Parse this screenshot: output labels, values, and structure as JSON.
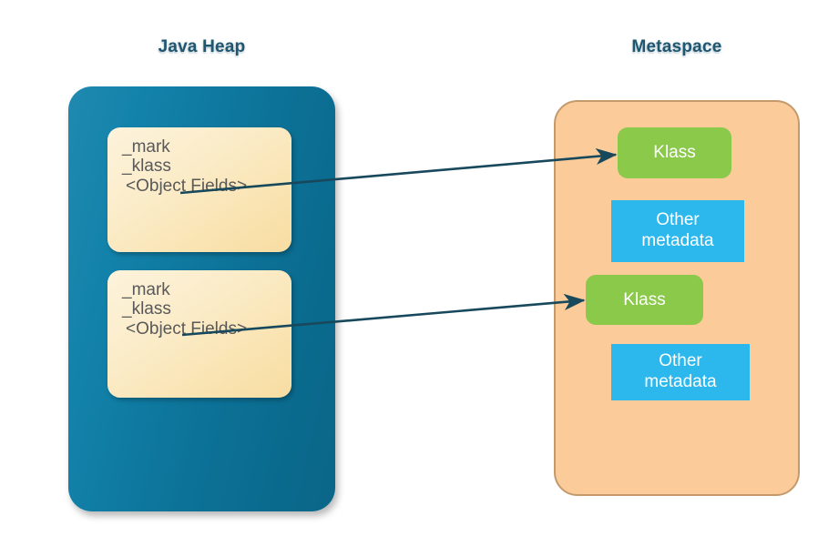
{
  "diagram": {
    "title_heap": "Java Heap",
    "title_metaspace": "Metaspace",
    "colors": {
      "heap_fill": "#0d7399",
      "metaspace_fill": "#fbcc9a",
      "metaspace_border": "#c49a6c",
      "object_fill": "#fbecc9",
      "klass_fill": "#8ac94a",
      "metadata_fill": "#2cb8ec",
      "arrow": "#17485c",
      "title_text": "#1f5670"
    }
  },
  "heap": {
    "objects": [
      {
        "mark": "_mark",
        "klass": "_klass",
        "fields": "<Object Fields>"
      },
      {
        "mark": "_mark",
        "klass": "_klass",
        "fields": "<Object Fields>"
      }
    ]
  },
  "metaspace": {
    "entries": [
      {
        "klass_label": "Klass",
        "metadata_line1": "Other",
        "metadata_line2": "metadata"
      },
      {
        "klass_label": "Klass",
        "metadata_line1": "Other",
        "metadata_line2": "metadata"
      }
    ]
  },
  "arrows": [
    {
      "name": "klass-pointer-1",
      "from": "object-1._klass",
      "to": "klass-box-1"
    },
    {
      "name": "klass-pointer-2",
      "from": "object-2._klass",
      "to": "klass-box-2"
    }
  ]
}
